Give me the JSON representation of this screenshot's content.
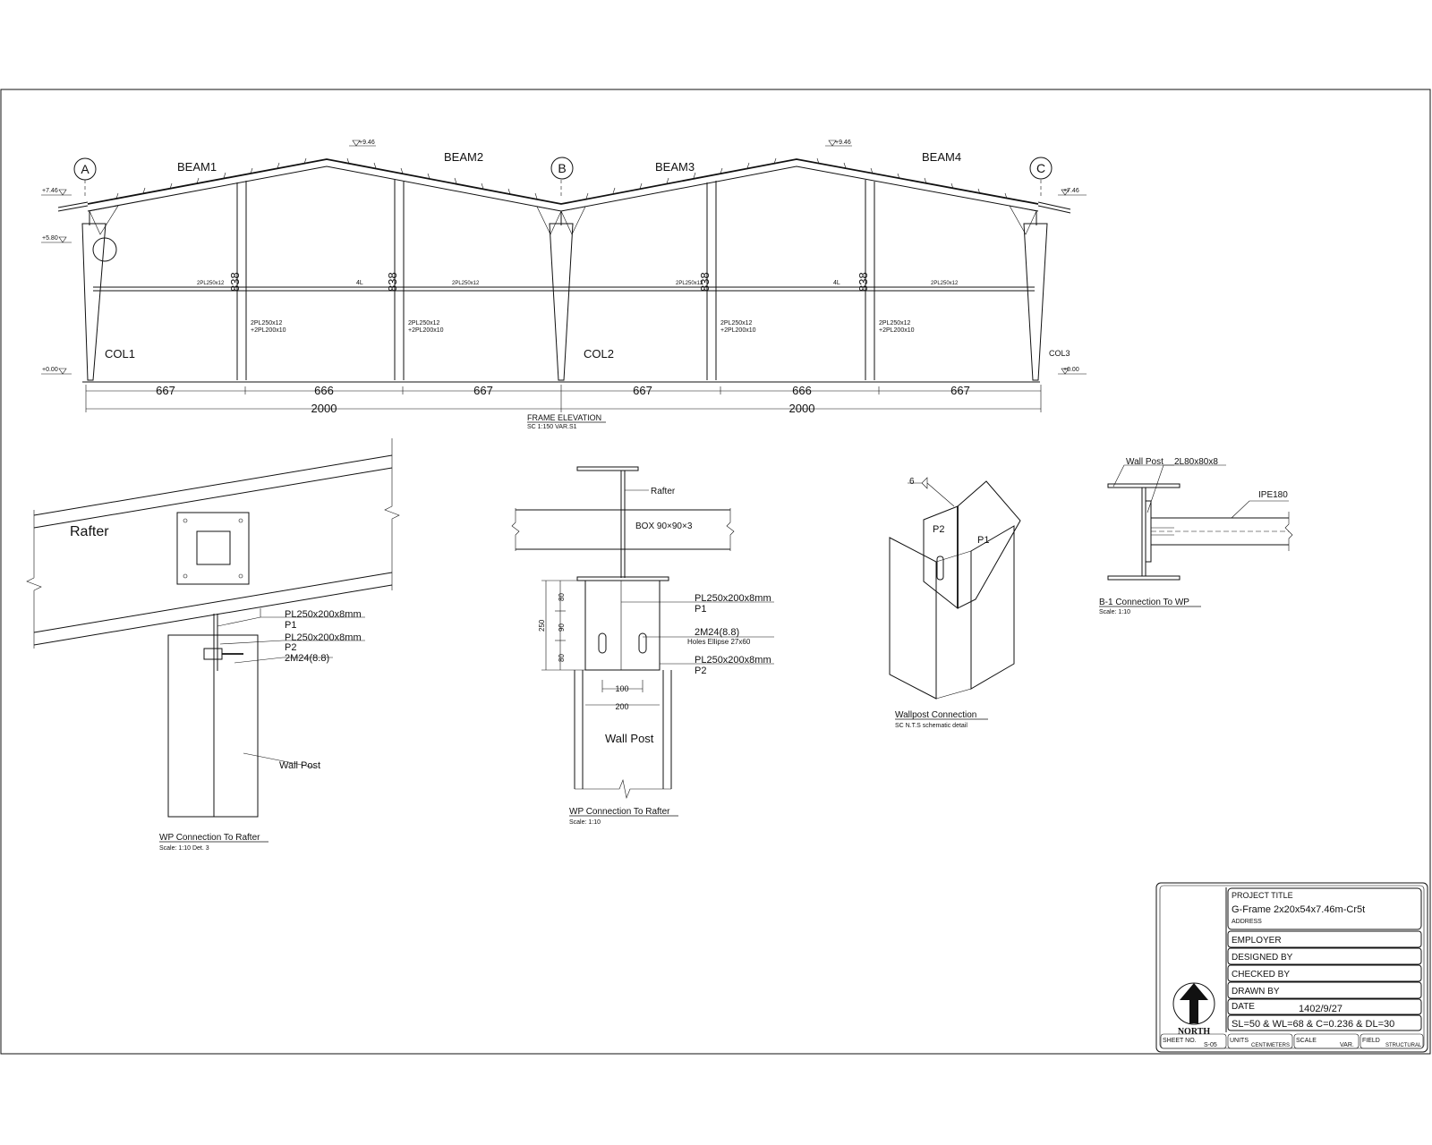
{
  "frame": {
    "grid_labels": [
      "A",
      "B",
      "C"
    ],
    "beams": [
      "BEAM1",
      "BEAM2",
      "BEAM3",
      "BEAM4"
    ],
    "columns": [
      "COL1",
      "COL2",
      "COL3"
    ],
    "levels": {
      "eave_left": "+7.46",
      "ridge_1": "+9.46",
      "ridge_2": "+9.46",
      "eave_right": "+7.46",
      "haunch": "+5.80",
      "base_left": "+0.00",
      "base_right": "+0.00"
    },
    "post_height": "838",
    "dims_small": [
      "667",
      "666",
      "667",
      "667",
      "666",
      "667"
    ],
    "dims_total": [
      "2000",
      "2000"
    ],
    "tie_label": "4L",
    "post_note_1": "2PL250x12",
    "post_note_2": "+2PL200x10",
    "title": "FRAME ELEVATION",
    "scale": "SC 1:150    VAR.S1"
  },
  "detail1": {
    "rafter": "Rafter",
    "pl_1": "PL250x200x8mm",
    "p1": "P1",
    "pl_2": "PL250x200x8mm",
    "p2": "P2",
    "bolts": "2M24(8.8)",
    "wall_post": "Wall Post",
    "title": "WP Connection To Rafter",
    "scale": "Scale: 1:10      Det. 3"
  },
  "detail2": {
    "rafter": "Rafter",
    "box": "BOX 90×90×3",
    "pl_1": "PL250x200x8mm",
    "p1": "P1",
    "bolts": "2M24(8.8)",
    "holes": "Holes Ellipse 27x60",
    "pl_2": "PL250x200x8mm",
    "p2": "P2",
    "dim_250": "250",
    "dim_80a": "80",
    "dim_90": "90",
    "dim_80b": "80",
    "dim_100": "100",
    "dim_200": "200",
    "wall_post": "Wall Post",
    "title": "WP Connection To Rafter",
    "scale": "Scale: 1:10"
  },
  "detail3": {
    "weld": "6",
    "p2": "P2",
    "p1": "P1",
    "title": "Wallpost Connection",
    "scale": "SC N.T.S  schematic detail"
  },
  "detail4": {
    "wall_post": "Wall Post",
    "angle": "2L80x80x8",
    "ipe": "IPE180",
    "title": "B-1 Connection To WP",
    "scale": "Scale: 1:10"
  },
  "titleblock": {
    "project_title_label": "PROJECT TITLE",
    "project_title": "G-Frame 2x20x54x7.46m-Cr5t",
    "address_label": "ADDRESS",
    "employer": "EMPLOYER",
    "designed_by": "DESIGNED BY",
    "checked_by": "CHECKED BY",
    "drawn_by": "DRAWN BY",
    "date_label": "DATE",
    "date": "1402/9/27",
    "loads": "SL=50 & WL=68 & C=0.236 & DL=30",
    "north": "NORTH",
    "sheet_label": "SHEET NO.",
    "sheet_no": "S-05",
    "units_label": "UNITS",
    "units": "CENTIMETERS",
    "scale_label": "SCALE",
    "scale": "VAR.",
    "field_label": "FIELD",
    "field": "STRUCTURAL"
  }
}
